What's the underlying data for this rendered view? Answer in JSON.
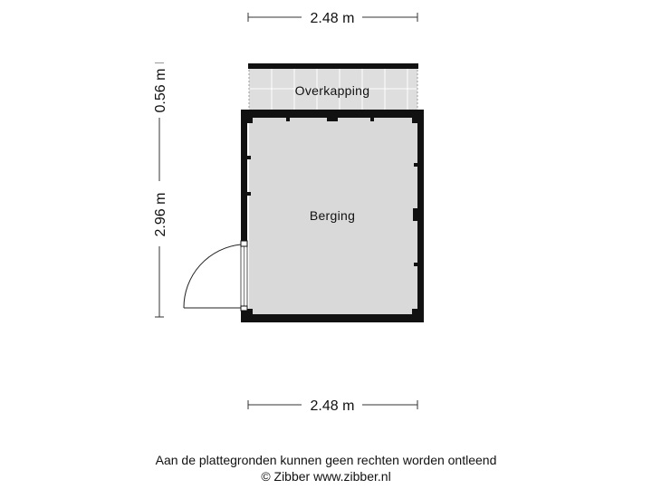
{
  "dimensions": {
    "top_width": "2.48 m",
    "bottom_width": "2.48 m",
    "canopy_depth": "0.56 m",
    "room_depth": "2.96 m"
  },
  "rooms": {
    "canopy": "Overkapping",
    "storage": "Berging"
  },
  "footer": {
    "disclaimer": "Aan de plattegronden kunnen geen rechten worden ontleend",
    "copyright": "© Zibber www.zibber.nl"
  },
  "colors": {
    "wall": "#111111",
    "floor": "#d9d9d9",
    "canopy_floor": "#dedede"
  }
}
